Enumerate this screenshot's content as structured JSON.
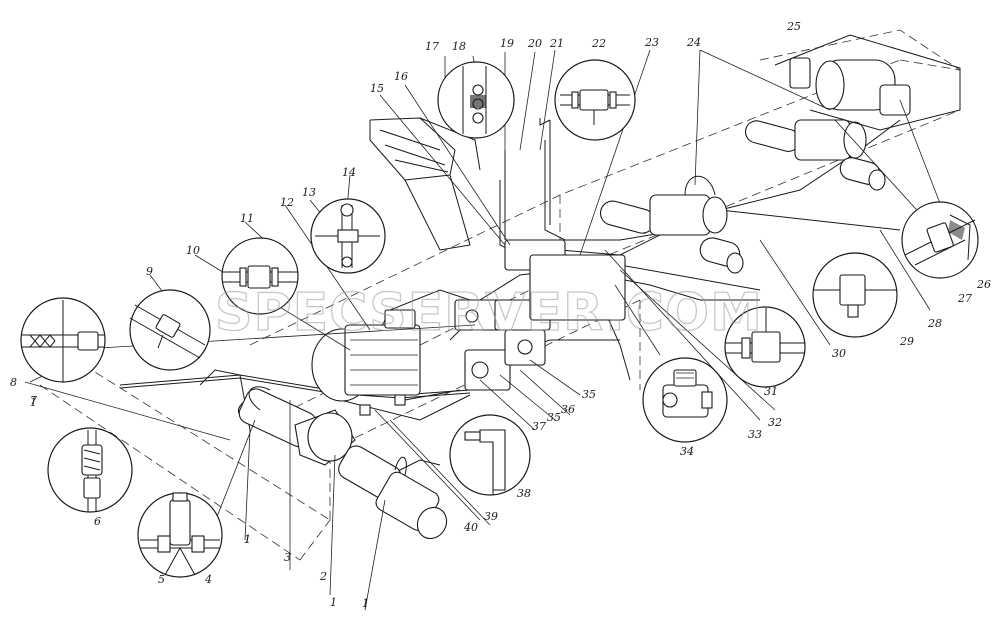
{
  "watermark": "SPECSERVER.COM",
  "callouts": [
    "1",
    "2",
    "3",
    "4",
    "5",
    "6",
    "7",
    "8",
    "9",
    "10",
    "11",
    "12",
    "13",
    "14",
    "15",
    "16",
    "17",
    "18",
    "19",
    "20",
    "21",
    "22",
    "23",
    "24",
    "25",
    "26",
    "27",
    "28",
    "29",
    "30",
    "31",
    "32",
    "33",
    "34",
    "35",
    "36",
    "37",
    "38",
    "39",
    "40"
  ],
  "extra_labels": [
    "1",
    "1",
    "1",
    "1",
    "35"
  ]
}
